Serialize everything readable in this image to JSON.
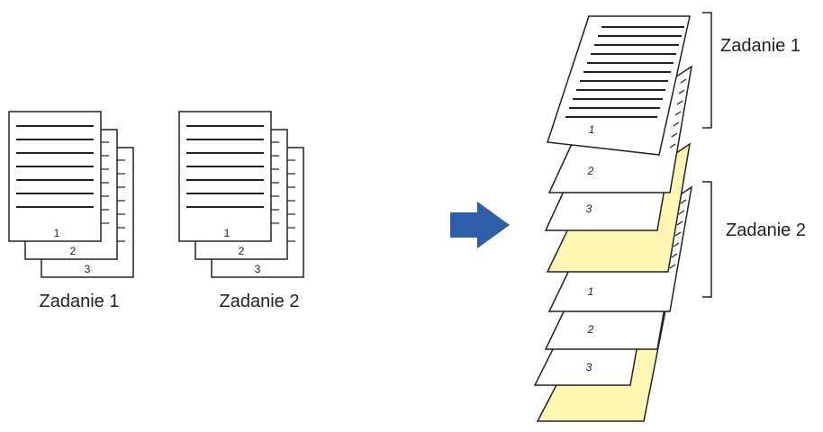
{
  "colors": {
    "arrow": "#2f5ea8",
    "separator": "#fff7b3",
    "line": "#222222"
  },
  "left": {
    "job1": {
      "label": "Zadanie 1",
      "pages": [
        "1",
        "2",
        "3"
      ]
    },
    "job2": {
      "label": "Zadanie 2",
      "pages": [
        "1",
        "2",
        "3"
      ]
    }
  },
  "right": {
    "job1_label": "Zadanie 1",
    "job2_label": "Zadanie 2",
    "pages": [
      "1",
      "2",
      "3",
      "1",
      "2",
      "3"
    ]
  }
}
